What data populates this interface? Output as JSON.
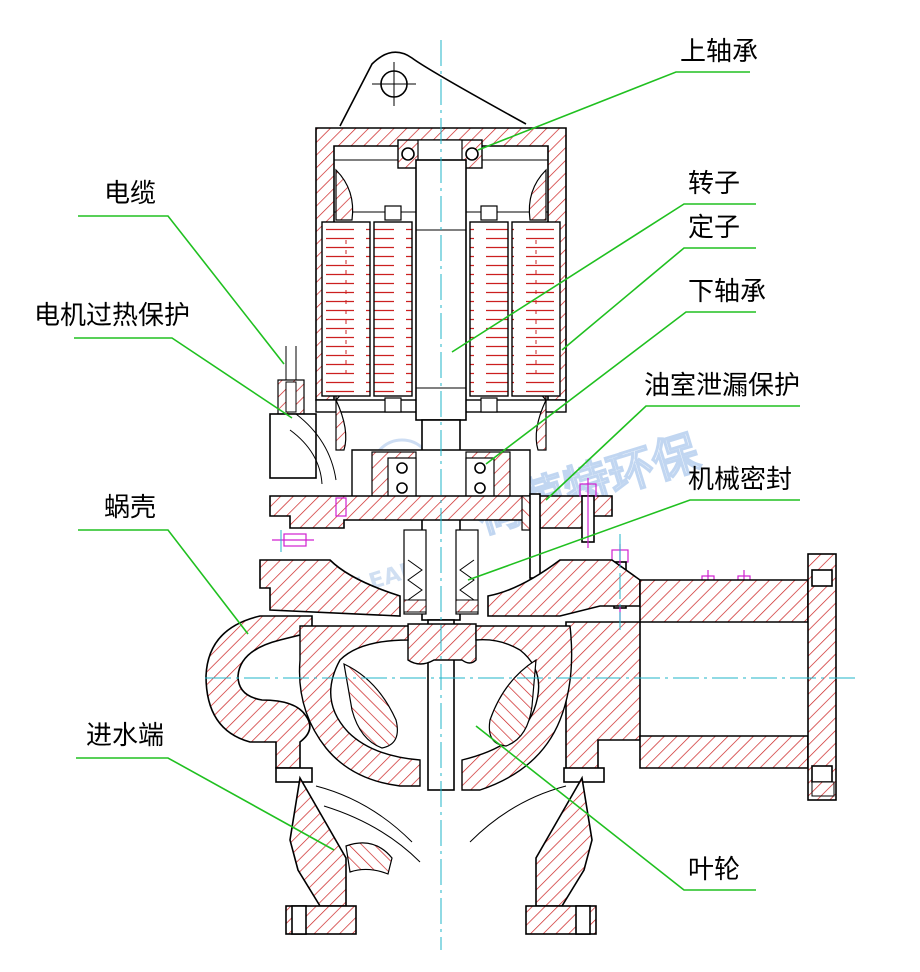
{
  "title": "",
  "colors": {
    "hatch": "#cc2020",
    "leader": "#20c020",
    "centerline": "#20b4c8",
    "outline": "#000000",
    "watermark": "#8fb6e6",
    "fastener": "#d020d0"
  },
  "labels": {
    "upper_bearing": "上轴承",
    "rotor": "转子",
    "stator": "定子",
    "lower_bearing": "下轴承",
    "oil_leak_protection": "油室泄漏保护",
    "mechanical_seal": "机械密封",
    "impeller": "叶轮",
    "cable": "电缆",
    "motor_overheat_protection": "电机过热保护",
    "volute": "蜗壳",
    "inlet": "进水端"
  },
  "watermark": {
    "text": "荷茵特环保",
    "latin": "CLEANTEK"
  }
}
